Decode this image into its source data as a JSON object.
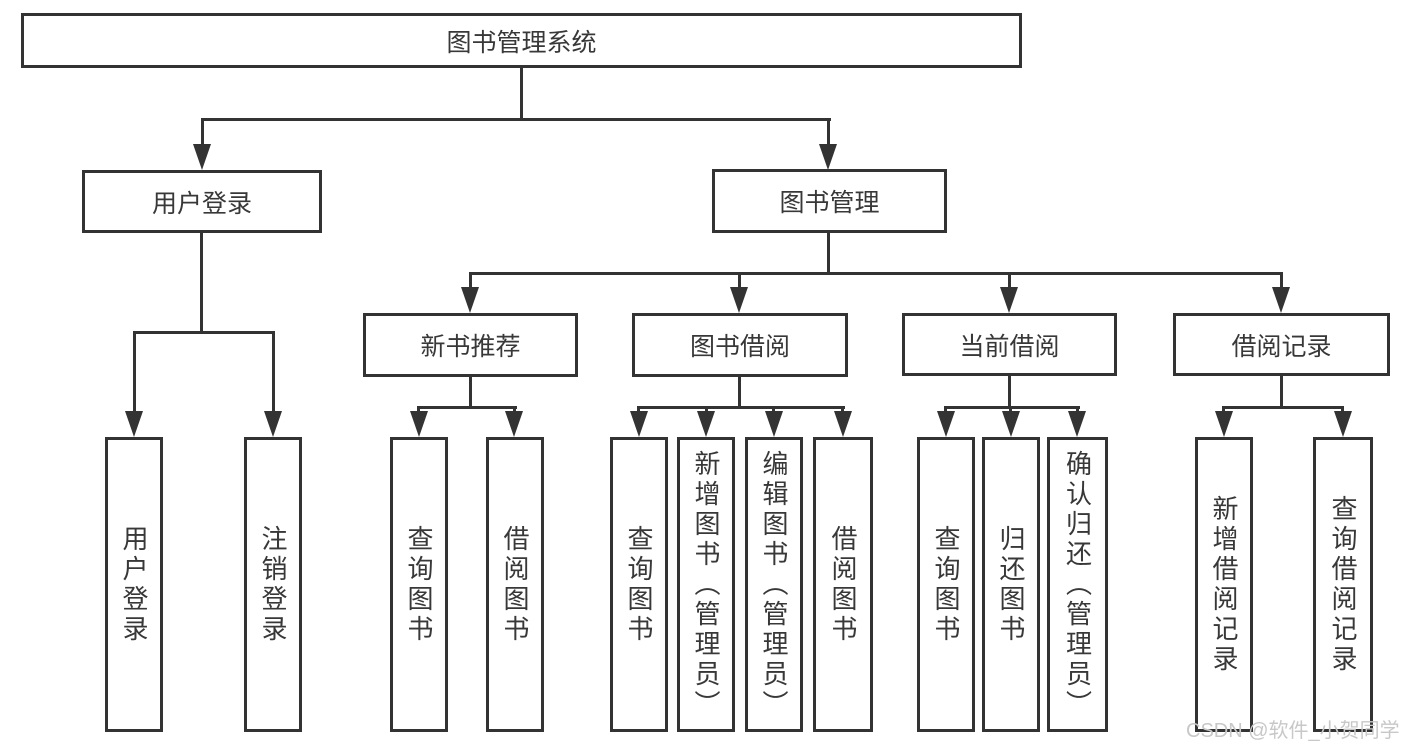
{
  "tree": {
    "label": "图书管理系统",
    "children": [
      {
        "label": "用户登录",
        "children": [
          {
            "label": "用户登录"
          },
          {
            "label": "注销登录"
          }
        ]
      },
      {
        "label": "图书管理",
        "children": [
          {
            "label": "新书推荐",
            "children": [
              {
                "label": "查询图书"
              },
              {
                "label": "借阅图书"
              }
            ]
          },
          {
            "label": "图书借阅",
            "children": [
              {
                "label": "查询图书"
              },
              {
                "label": "新增图书（管理员）"
              },
              {
                "label": "编辑图书（管理员）"
              },
              {
                "label": "借阅图书"
              }
            ]
          },
          {
            "label": "当前借阅",
            "children": [
              {
                "label": "查询图书"
              },
              {
                "label": "归还图书"
              },
              {
                "label": "确认归还（管理员）"
              }
            ]
          },
          {
            "label": "借阅记录",
            "children": [
              {
                "label": "新增借阅记录"
              },
              {
                "label": "查询借阅记录"
              }
            ]
          }
        ]
      }
    ]
  },
  "watermark": {
    "text": "CSDN @软件_小贺同学"
  },
  "colors": {
    "line": "#333333",
    "text": "#383838",
    "box_fill": "#ffffff",
    "watermark": "#c8c8c8",
    "background": "#ffffff"
  }
}
